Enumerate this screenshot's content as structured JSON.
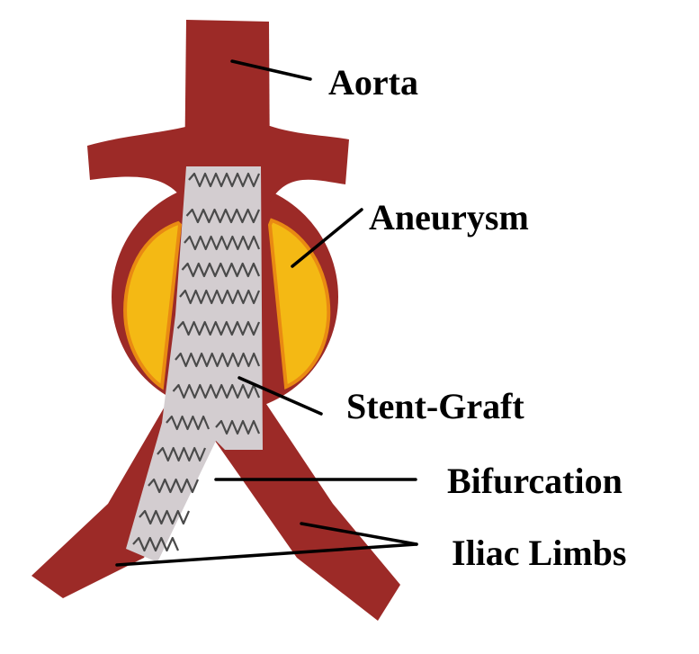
{
  "labels": {
    "aorta": "Aorta",
    "aneurysm": "Aneurysm",
    "stent_graft": "Stent-Graft",
    "bifurcation": "Bifurcation",
    "iliac_limbs": "Iliac Limbs"
  },
  "colors": {
    "vessel": "#9c2a27",
    "vessel_dark": "#7e1f1c",
    "aneurysm_fill": "#f4b914",
    "aneurysm_edge": "#e98a12",
    "stent": "#d3cdd0",
    "spring": "#4a4a4a"
  }
}
